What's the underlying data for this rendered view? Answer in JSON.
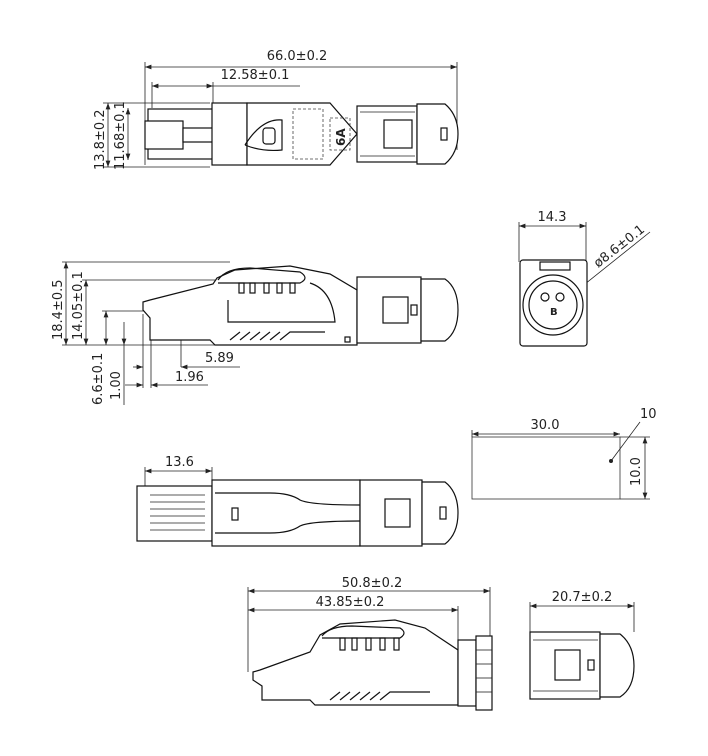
{
  "top_view": {
    "overall_length": "66.0±0.2",
    "contact_offset": "12.58±0.1",
    "height": "13.8±0.2",
    "inner_height": "11.68±0.1",
    "category_mark": "6A"
  },
  "side_view": {
    "total_height": "18.4±0.5",
    "latch_height": "14.05±0.1",
    "plug_height": "6.6±0.1",
    "base_offset": "1.00",
    "dim_a": "5.89",
    "dim_b": "1.96"
  },
  "end_view": {
    "width": "14.3",
    "cable_diameter": "ø8.6±0.1",
    "pair_label": "B"
  },
  "label_view": {
    "width": "30.0",
    "height": "10.0",
    "callout": "10"
  },
  "bottom_view": {
    "plug_length": "13.6"
  },
  "angled_view": {
    "overall_length": "50.8±0.2",
    "body_length": "43.85±0.2",
    "end_width": "20.7±0.2"
  }
}
